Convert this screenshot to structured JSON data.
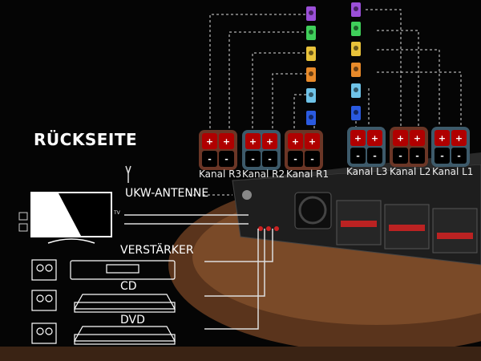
{
  "heading": "RÜCKSEITE",
  "antenna_label": "UKW-ANTENNE",
  "tv_port_label": "TV",
  "devices": [
    {
      "label": "VERSTÄRKER"
    },
    {
      "label": "CD"
    },
    {
      "label": "DVD"
    }
  ],
  "channels": [
    {
      "label": "Kanal R3",
      "plus": "+",
      "minus": "-"
    },
    {
      "label": "Kanal R2",
      "plus": "+",
      "minus": "-"
    },
    {
      "label": "Kanal R1",
      "plus": "+",
      "minus": "-"
    },
    {
      "label": "Kanal L3",
      "plus": "+",
      "minus": "-"
    },
    {
      "label": "Kanal L2",
      "plus": "+",
      "minus": "-"
    },
    {
      "label": "Kanal L1",
      "plus": "+",
      "minus": "-"
    }
  ],
  "speaker_colors": [
    "#9b4fd8",
    "#3fcf5a",
    "#e8c23a",
    "#e88a2a",
    "#6fc3e8",
    "#2a5ae0"
  ],
  "colors": {
    "terminal_plus": "#b00000",
    "box_brown": "#6b3626",
    "box_blue": "#3d5a6a",
    "wood": "#6b4226"
  }
}
